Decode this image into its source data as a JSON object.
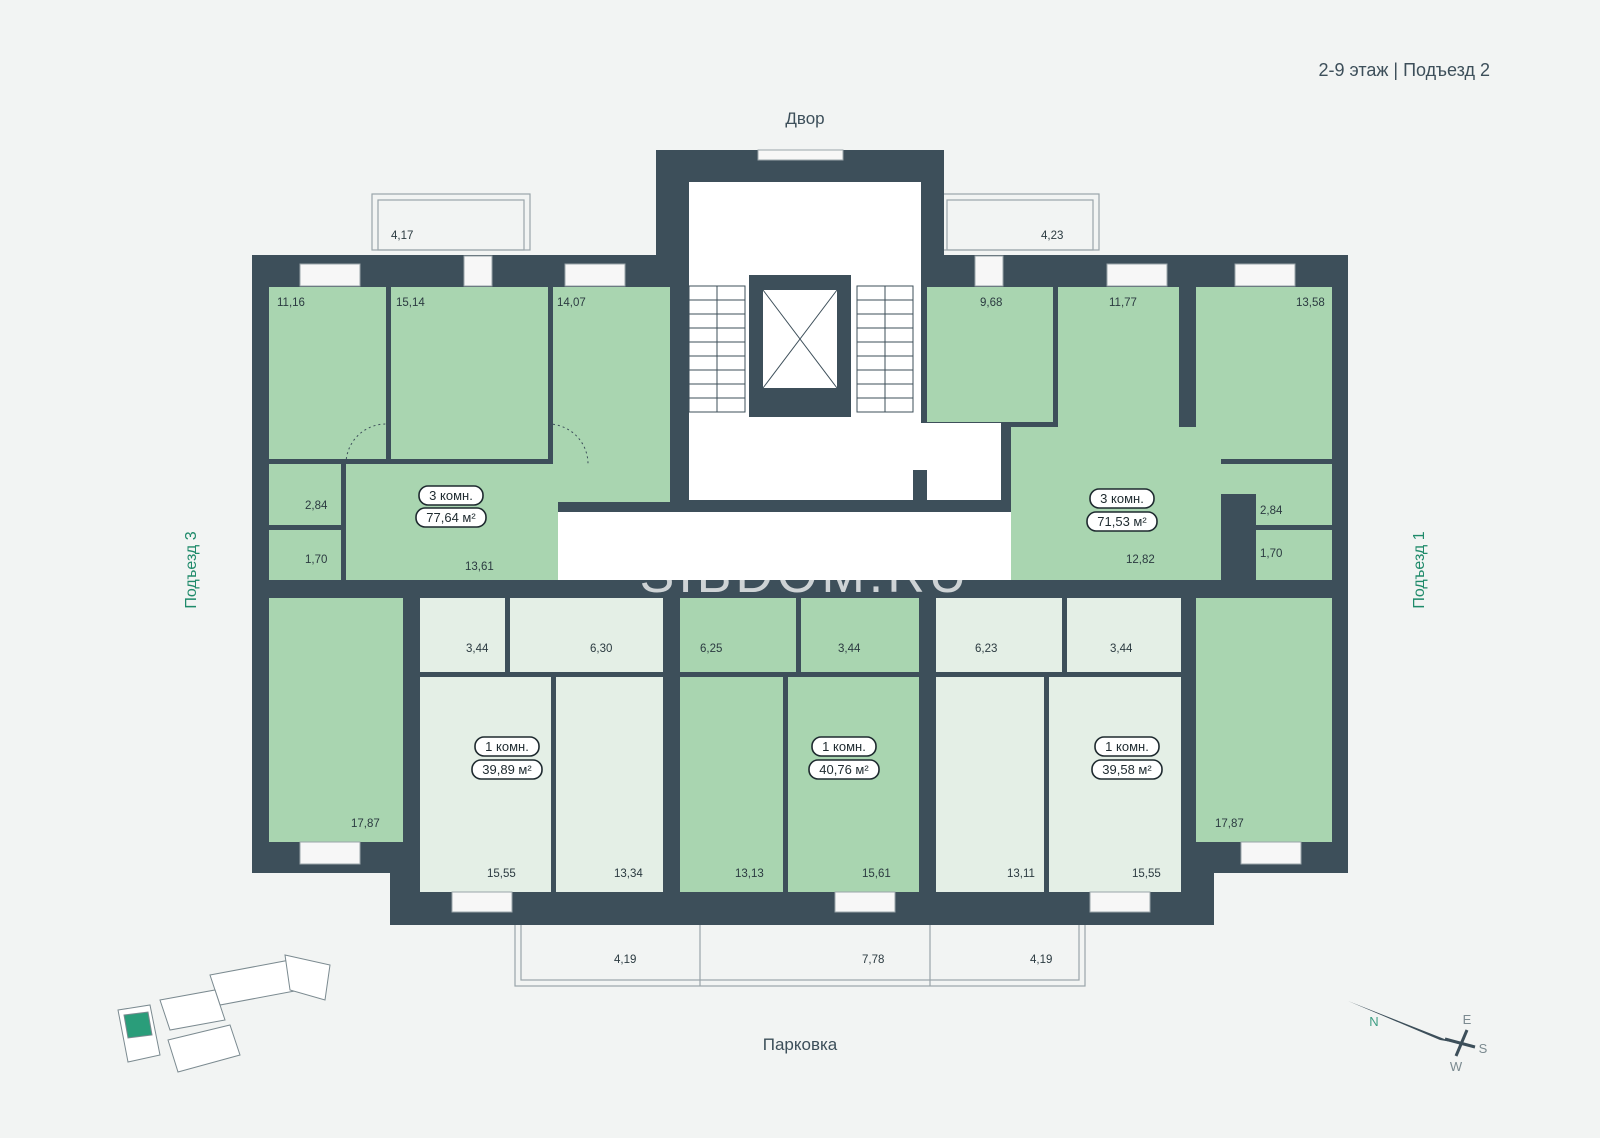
{
  "header": {
    "title": "2-9 этаж | Подъезд 2"
  },
  "orientation": {
    "top": "Двор",
    "bottom": "Парковка",
    "left": "Подъезд 3",
    "right": "Подъезд 1"
  },
  "watermark": "SIBDOM.RU",
  "compass": {
    "n": "N",
    "e": "E",
    "s": "S",
    "w": "W"
  },
  "colors": {
    "wall": "#3d4f5a",
    "room_green": "#a9d5b0",
    "room_light": "#e4efe6",
    "accent": "#1f8a6a"
  },
  "apartments": [
    {
      "rooms_label": "3 комн.",
      "area_label": "77,64 м²",
      "areas": {
        "balcony": "4,17",
        "room1": "11,16",
        "room2": "15,14",
        "kitchen": "14,07",
        "bath": "2,84",
        "wc": "1,70",
        "hall": "13,61",
        "room3": "17,87"
      }
    },
    {
      "rooms_label": "3 комн.",
      "area_label": "71,53 м²",
      "areas": {
        "balcony": "4,23",
        "kitchen": "9,68",
        "room1": "11,77",
        "room2": "13,58",
        "bath": "2,84",
        "wc": "1,70",
        "hall": "12,82",
        "room3": "17,87"
      }
    },
    {
      "rooms_label": "1 комн.",
      "area_label": "39,89 м²",
      "areas": {
        "bath": "3,44",
        "hall": "6,30",
        "kitchen": "15,55",
        "room": "13,34",
        "balcony": "4,19"
      }
    },
    {
      "rooms_label": "1 комн.",
      "area_label": "40,76 м²",
      "areas": {
        "hall": "6,25",
        "bath": "3,44",
        "room": "13,13",
        "kitchen": "15,61",
        "balcony": "7,78"
      }
    },
    {
      "rooms_label": "1 комн.",
      "area_label": "39,58 м²",
      "areas": {
        "hall": "6,23",
        "bath": "3,44",
        "room": "13,11",
        "kitchen": "15,55",
        "balcony": "4,19"
      }
    }
  ]
}
